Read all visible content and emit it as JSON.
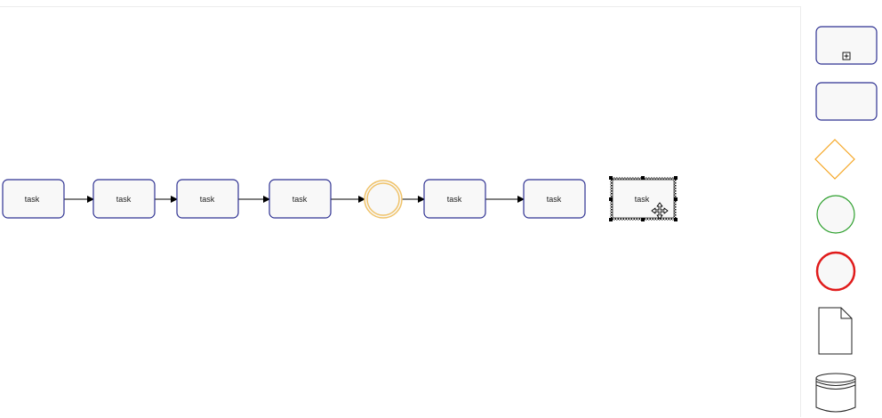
{
  "diagram": {
    "tasks": [
      {
        "label": "task"
      },
      {
        "label": "task"
      },
      {
        "label": "task"
      },
      {
        "label": "task"
      },
      {
        "label": "task"
      },
      {
        "label": "task"
      },
      {
        "label": "task",
        "selected": true
      }
    ],
    "event": {
      "type": "intermediate-event"
    }
  },
  "palette": {
    "items": [
      {
        "name": "subprocess",
        "icon": "collapsed-subprocess-icon"
      },
      {
        "name": "task",
        "icon": "task-icon"
      },
      {
        "name": "gateway",
        "icon": "gateway-icon"
      },
      {
        "name": "start-event",
        "icon": "start-event-icon"
      },
      {
        "name": "end-event",
        "icon": "end-event-icon"
      },
      {
        "name": "data-object",
        "icon": "data-object-icon"
      },
      {
        "name": "data-store",
        "icon": "data-store-icon"
      }
    ]
  },
  "colors": {
    "task_stroke": "#2e3192",
    "task_fill": "#f8f8f8",
    "event_stroke": "#f0c36a",
    "gateway_stroke": "#f5a623",
    "start_stroke": "#2ea02e",
    "end_stroke": "#e01b1b",
    "selection": "#000000"
  }
}
